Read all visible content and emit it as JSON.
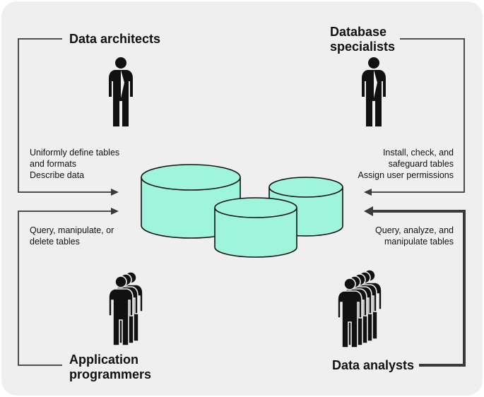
{
  "roles": {
    "data_architects": {
      "label_lines": [
        "Data architects"
      ]
    },
    "database_specialists": {
      "label_lines": [
        "Database",
        "specialists"
      ]
    },
    "application_programmers": {
      "label_lines": [
        "Application",
        "programmers"
      ]
    },
    "data_analysts": {
      "label_lines": [
        "Data analysts"
      ]
    }
  },
  "tasks": {
    "data_architects": [
      "Uniformly define tables",
      "and formats",
      "Describe data"
    ],
    "database_specialists": [
      "Install, check, and",
      "safeguard tables",
      "Assign user permissions"
    ],
    "application_programmers": [
      "Query, manipulate, or",
      "delete tables"
    ],
    "data_analysts": [
      "Query, analyze, and",
      "manipulate tables"
    ]
  },
  "colors": {
    "background": "#efefef",
    "database_fill": "#9ff5dc",
    "stroke": "#111111",
    "arrow": "#3a3a3a"
  }
}
